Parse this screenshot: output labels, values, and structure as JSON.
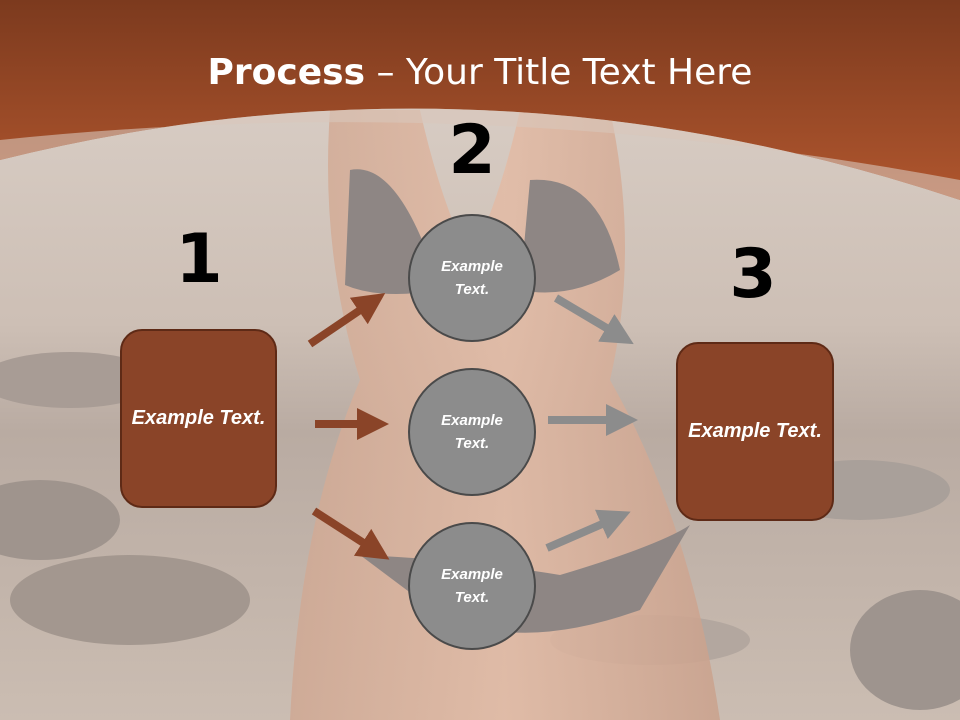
{
  "title": {
    "bold": "Process",
    "rest": " – Your Title Text Here"
  },
  "steps": {
    "one": "1",
    "two": "2",
    "three": "3"
  },
  "left_box": "Example Text.",
  "right_box": "Example Text.",
  "circles": [
    "Example Text.",
    "Example Text.",
    "Example Text."
  ],
  "colors": {
    "header": "#9a4a28",
    "box": "#8a4428",
    "circle": "#8c8c8c",
    "arrow_brown": "#8a4428",
    "arrow_gray": "#8c8c8c"
  }
}
